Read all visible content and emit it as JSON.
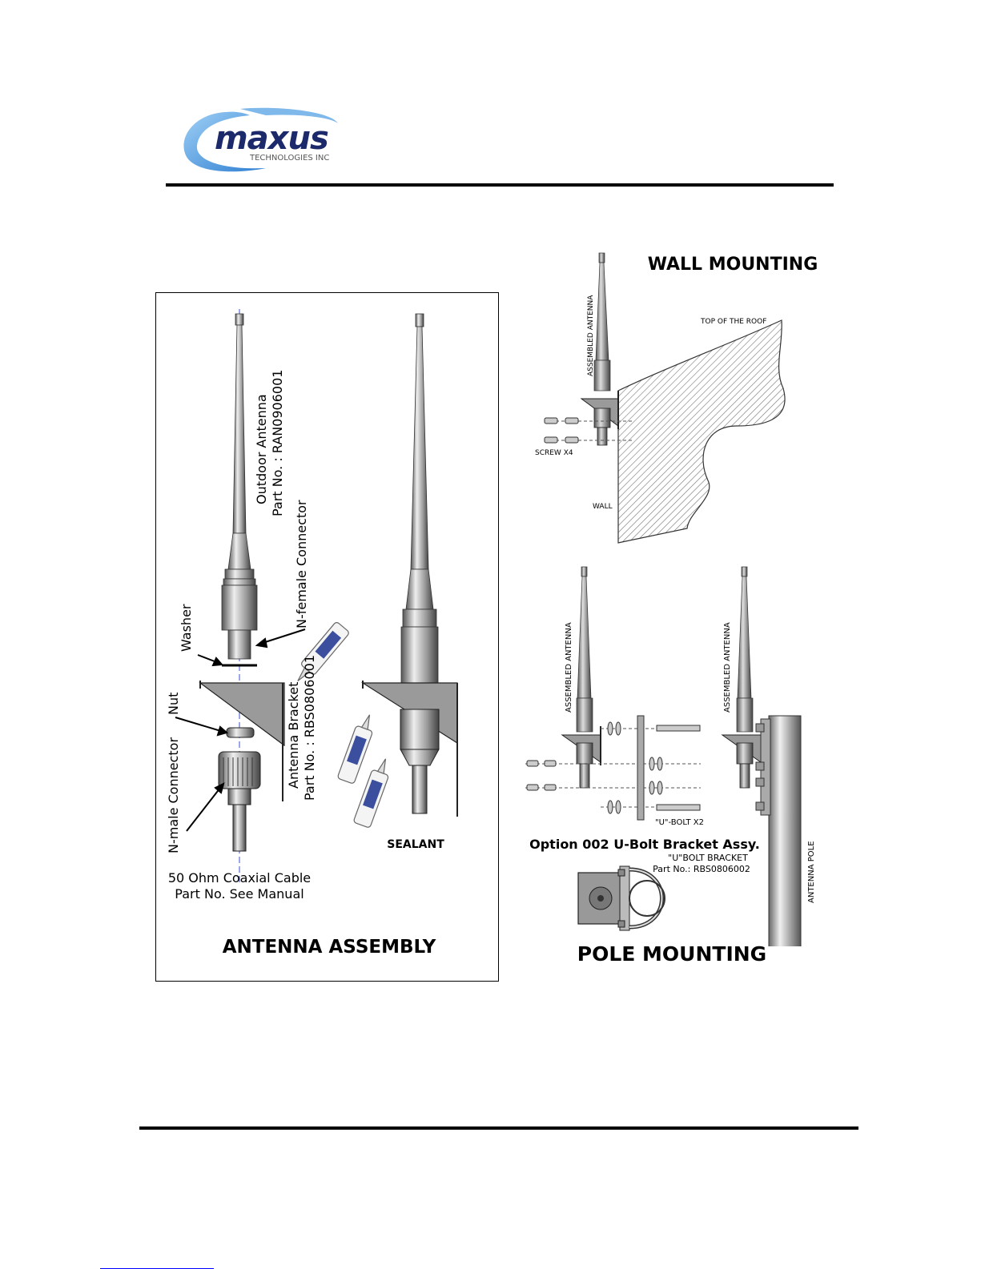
{
  "logo": {
    "brand": "maxus",
    "subtitle": "TECHNOLOGIES INC"
  },
  "assembly": {
    "title": "ANTENNA ASSEMBLY",
    "labels": {
      "antenna_name": "Outdoor Antenna",
      "antenna_part": "Part No. : RAN0906001",
      "n_female": "N-female Connector",
      "washer": "Washer",
      "bracket_name": "Antenna Bracket",
      "bracket_part": "Part No. : RBS0806001",
      "nut": "Nut",
      "n_male": "N-male Connector",
      "cable_name": "50 Ohm Coaxial Cable",
      "cable_part": "Part No. See Manual",
      "sealant": "SEALANT"
    }
  },
  "wall": {
    "title": "WALL MOUNTING",
    "labels": {
      "assembled": "ASSEMBLED ANTENNA",
      "roof": "TOP OF THE ROOF",
      "screw": "SCREW X4",
      "wall": "WALL"
    }
  },
  "pole": {
    "title": "POLE MOUNTING",
    "option": "Option 002 U-Bolt Bracket Assy.",
    "labels": {
      "assembled_left": "ASSEMBLED ANTENNA",
      "assembled_right": "ASSEMBLED ANTENNA",
      "ubolt": "\"U\"-BOLT X2",
      "bracket_name": "\"U\"BOLT BRACKET",
      "bracket_part": "Part No.: RBS0806002",
      "pole": "ANTENNA POLE"
    }
  },
  "colors": {
    "logo_blue": "#2f7fd2",
    "logo_navy": "#1c2a6b",
    "metal": "#8a8a8a"
  }
}
